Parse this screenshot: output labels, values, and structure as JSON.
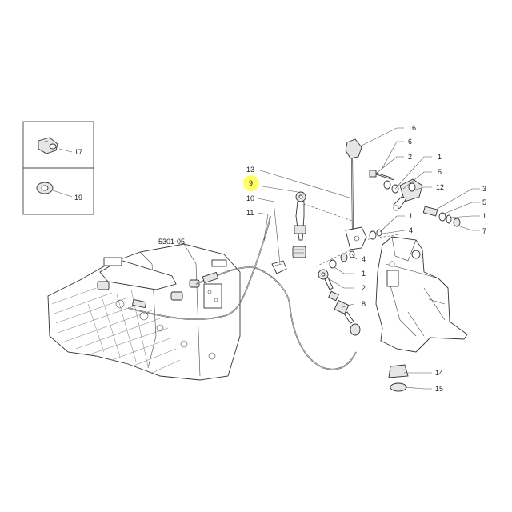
{
  "reference_code": "5301-05",
  "highlight_color": "#ffff66",
  "inset_labels": [
    "17",
    "19"
  ],
  "callouts": {
    "c16": "16",
    "c6": "6",
    "c2a": "2",
    "c1a": "1",
    "c5a": "5",
    "c12": "12",
    "c3": "3",
    "c5b": "5",
    "c1b": "1",
    "c7": "7",
    "c13": "13",
    "c9": "9",
    "c10": "10",
    "c11": "11",
    "c1c": "1",
    "c4a": "4",
    "c4b": "4",
    "c1d": "1",
    "c2b": "2",
    "c8": "8",
    "c14": "14",
    "c15": "15"
  }
}
